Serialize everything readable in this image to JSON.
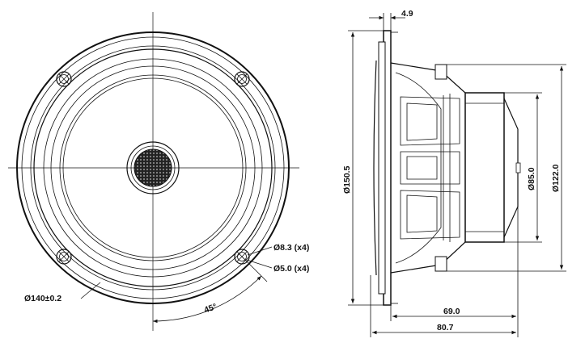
{
  "drawing": {
    "front_view": {
      "labels": {
        "hole_dia": "Ø8.3 (x4)",
        "hole_dia2": "Ø5.0 (x4)",
        "frame_dia": "Ø140±0.2",
        "angle": "45°"
      }
    },
    "side_view": {
      "labels": {
        "flange_thickness": "4.9",
        "overall_dia": "Ø150.5",
        "magnet_dia": "Ø85.0",
        "basket_dia": "Ø122.0",
        "depth_basket": "69.0",
        "depth_total": "80.7"
      }
    }
  }
}
